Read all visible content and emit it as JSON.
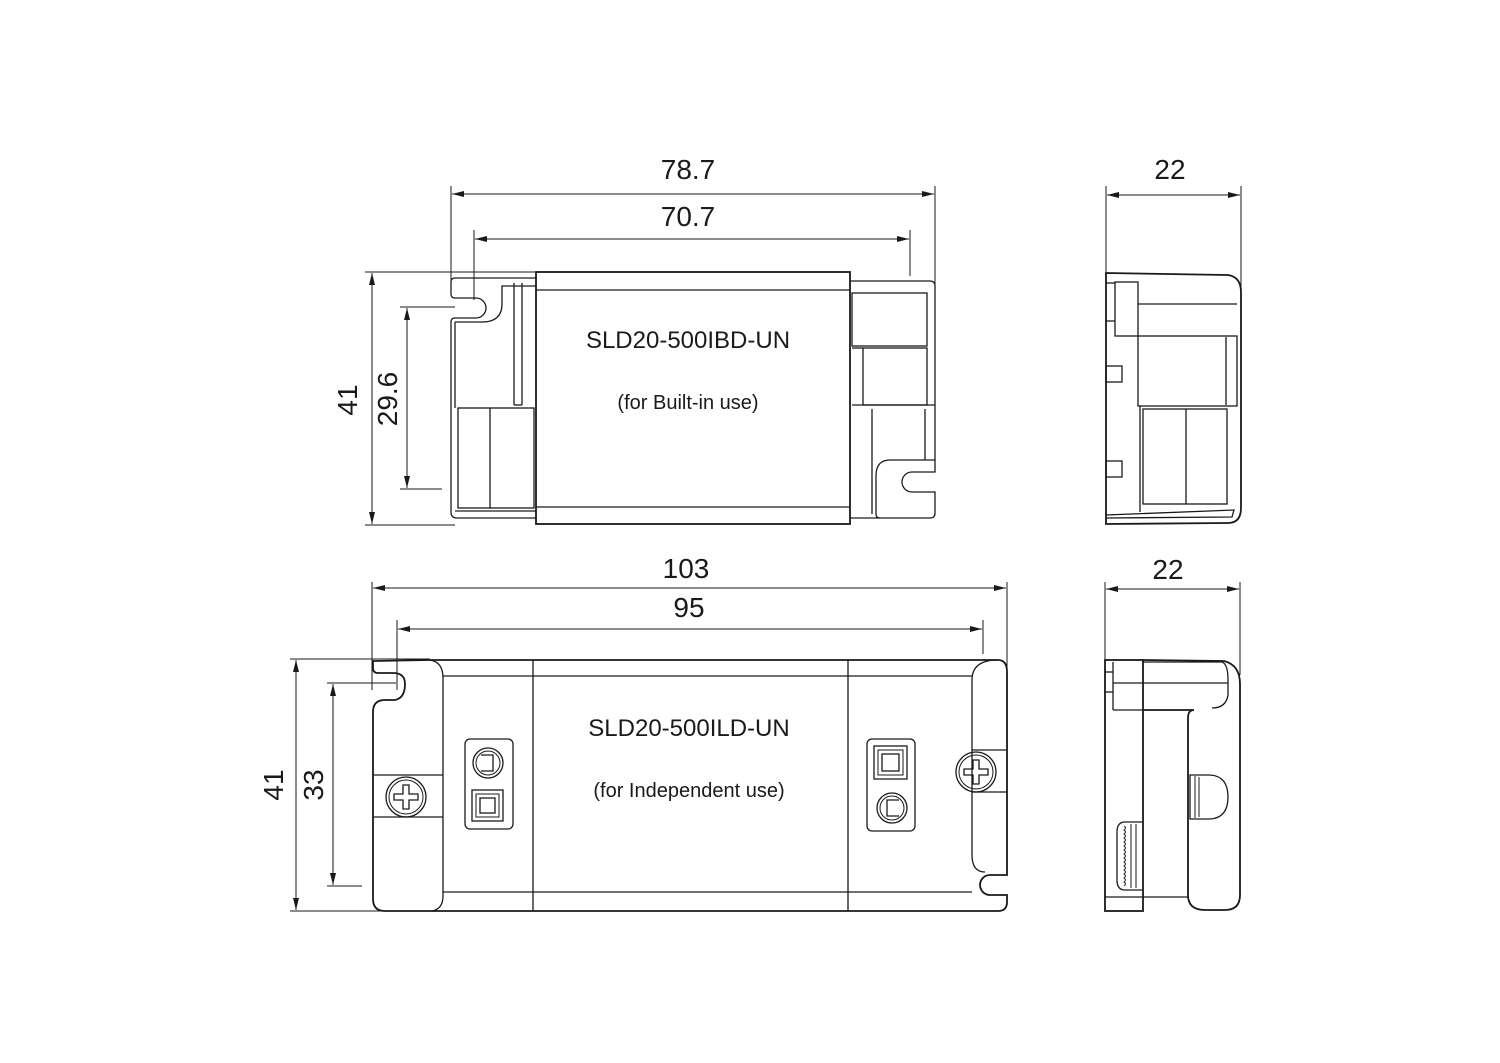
{
  "diagram": {
    "type": "mechanical-dimension-drawing",
    "units": "mm",
    "colors": {
      "line": "#1a1a1a",
      "background": "#ffffff"
    }
  },
  "top_view": {
    "model": "SLD20-500IBD-UN",
    "note": "(for Built-in use)",
    "dimensions": {
      "overall_length": "78.7",
      "mounting_pitch": "70.7",
      "overall_width": "41",
      "mounting_offset": "29.6"
    }
  },
  "top_side_view": {
    "dimensions": {
      "height": "22"
    }
  },
  "bottom_view": {
    "model": "SLD20-500ILD-UN",
    "note": "(for Independent use)",
    "dimensions": {
      "overall_length": "103",
      "mounting_pitch": "95",
      "overall_width": "41",
      "mounting_offset": "33"
    },
    "icons": [
      "screw-icon",
      "strain-relief-clamp-icon",
      "screw-icon"
    ]
  },
  "bottom_side_view": {
    "dimensions": {
      "height": "22"
    }
  }
}
